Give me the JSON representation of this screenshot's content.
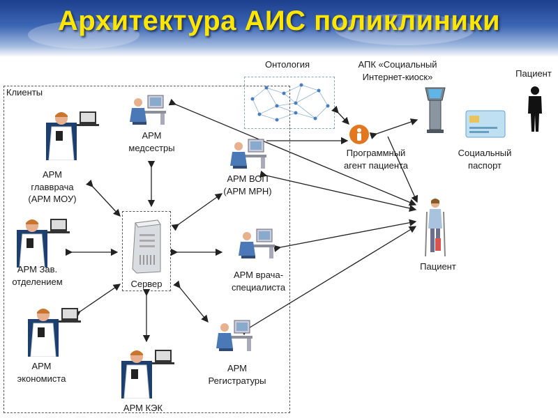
{
  "title": "Архитектура АИС поликлиники",
  "labels": {
    "clients": "Клиенты",
    "ontology": "Онтология",
    "kiosk_1": "АПК «Социальный",
    "kiosk_2": "Интернет-киоск»",
    "patient_top": "Пациент",
    "nurse_1": "АРМ",
    "nurse_2": "медсестры",
    "chief_1": "АРМ",
    "chief_2": "главврача",
    "chief_3": "(АРМ МОУ)",
    "gp_1": "АРМ ВОП",
    "gp_2": "(АРМ МРН)",
    "agent_1": "Программный",
    "agent_2": "агент пациента",
    "passport_1": "Социальный",
    "passport_2": "паспорт",
    "head_1": "АРМ Зав.",
    "head_2": "отделением",
    "server": "Сервер",
    "specialist_1": "АРМ врача-",
    "specialist_2": "специалиста",
    "patient_main": "Пациент",
    "economist_1": "АРМ",
    "economist_2": "экономиста",
    "registry_1": "АРМ",
    "registry_2": "Регистратуры",
    "kek": "АРМ КЭК"
  },
  "colors": {
    "title": "#ffe600",
    "header_top": "#1d3f8c",
    "doctor_coat": "#ffffff",
    "doctor_bg": "#1c3f6e",
    "agent_icon": "#e2771f",
    "arrow": "#222222"
  }
}
